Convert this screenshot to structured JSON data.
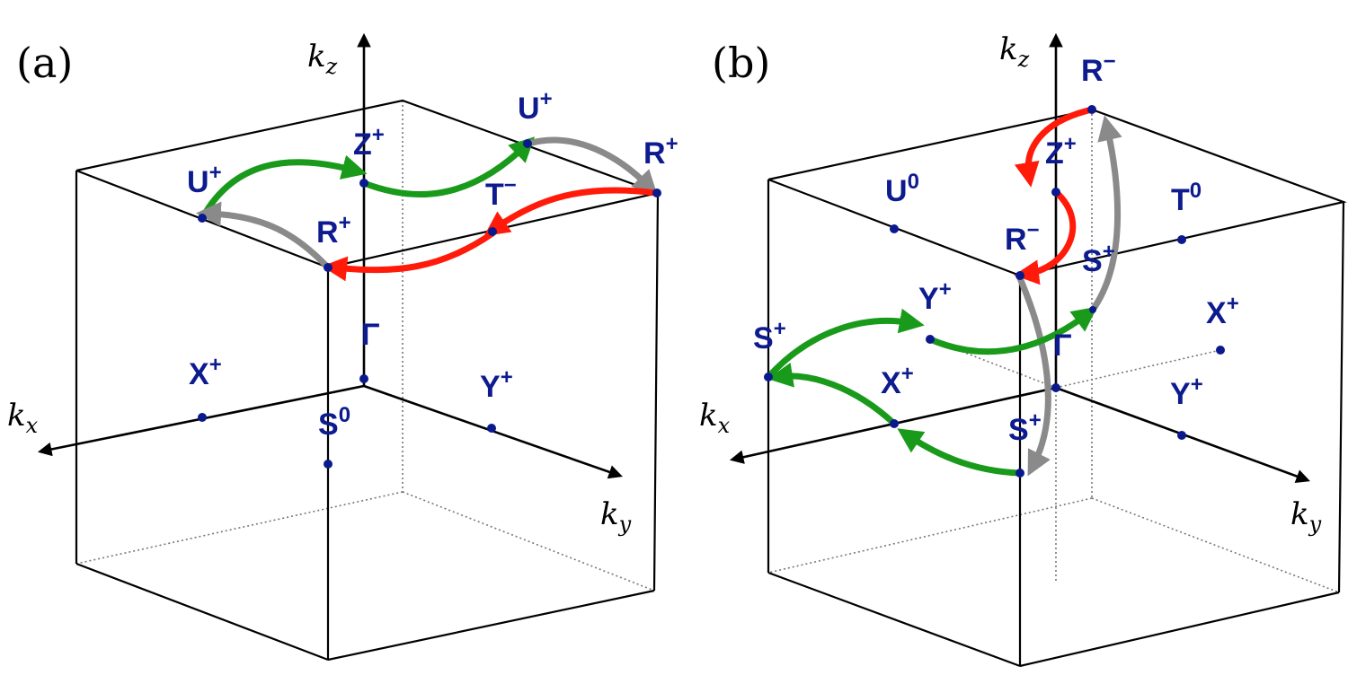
{
  "panels": [
    {
      "id": "a",
      "label": "(a)",
      "axes": {
        "kz": "k",
        "kz_sub": "z",
        "kx": "k",
        "kx_sub": "x",
        "ky": "k",
        "ky_sub": "y"
      },
      "points": [
        {
          "name": "U",
          "sup": "+"
        },
        {
          "name": "Z",
          "sup": "+"
        },
        {
          "name": "U",
          "sup": "+"
        },
        {
          "name": "R",
          "sup": "+"
        },
        {
          "name": "T",
          "sup": "−"
        },
        {
          "name": "R",
          "sup": "+"
        },
        {
          "name": "Γ",
          "sup": ""
        },
        {
          "name": "X",
          "sup": "+"
        },
        {
          "name": "Y",
          "sup": "+"
        },
        {
          "name": "S",
          "sup": "0"
        }
      ]
    },
    {
      "id": "b",
      "label": "(b)",
      "axes": {
        "kz": "k",
        "kz_sub": "z",
        "kx": "k",
        "kx_sub": "x",
        "ky": "k",
        "ky_sub": "y"
      },
      "points": [
        {
          "name": "R",
          "sup": "−"
        },
        {
          "name": "Z",
          "sup": "+"
        },
        {
          "name": "U",
          "sup": "0"
        },
        {
          "name": "T",
          "sup": "0"
        },
        {
          "name": "R",
          "sup": "−"
        },
        {
          "name": "S",
          "sup": "+"
        },
        {
          "name": "Y",
          "sup": "+"
        },
        {
          "name": "X",
          "sup": "+"
        },
        {
          "name": "S",
          "sup": "+"
        },
        {
          "name": "Γ",
          "sup": ""
        },
        {
          "name": "X",
          "sup": "+"
        },
        {
          "name": "Y",
          "sup": "+"
        },
        {
          "name": "S",
          "sup": "+"
        }
      ]
    }
  ],
  "colors": {
    "green": "#1a9a1a",
    "red": "#ff1a0a",
    "gray": "#8a8a8a",
    "point": "#0a1a8c"
  }
}
